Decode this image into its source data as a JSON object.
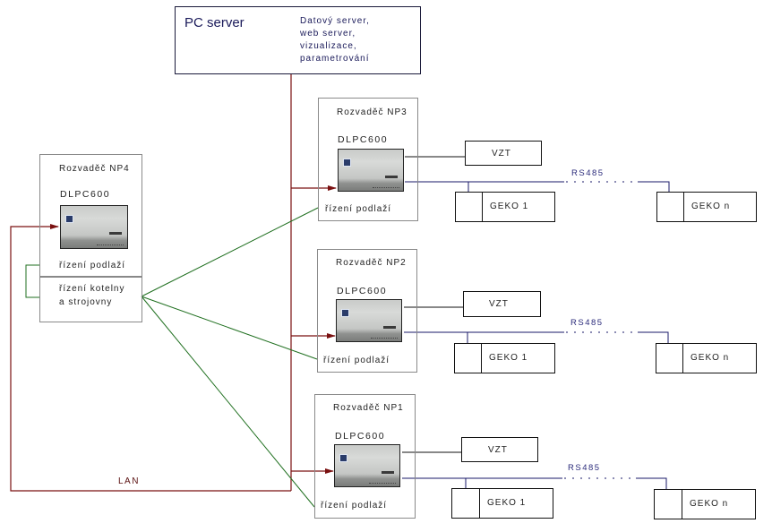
{
  "server": {
    "title": "PC server",
    "description": "Datový server,\nweb server,\nvizualizace,\nparametrování"
  },
  "network_label": "LAN",
  "colors": {
    "lan": "#7a1010",
    "control": "#1f6f1f",
    "rs485": "#1a1a6a",
    "link": "#111111"
  },
  "panels": [
    {
      "title": "Rozvaděč NP4",
      "device": "DLPC600",
      "sections": [
        "řízení podlaží",
        "řízení kotelny\na strojovny"
      ]
    },
    {
      "title": "Rozvaděč NP3",
      "device": "DLPC600",
      "control": "řízení podlaží",
      "bus": "RS485",
      "vzt": "VZT",
      "geko_first": "GEKO 1",
      "geko_last": "GEKO n"
    },
    {
      "title": "Rozvaděč NP2",
      "device": "DLPC600",
      "control": "řízení podlaží",
      "bus": "RS485",
      "vzt": "VZT",
      "geko_first": "GEKO 1",
      "geko_last": "GEKO n"
    },
    {
      "title": "Rozvaděč NP1",
      "device": "DLPC600",
      "control": "řízení podlaží",
      "bus": "RS485",
      "vzt": "VZT",
      "geko_first": "GEKO 1",
      "geko_last": "GEKO n"
    }
  ]
}
